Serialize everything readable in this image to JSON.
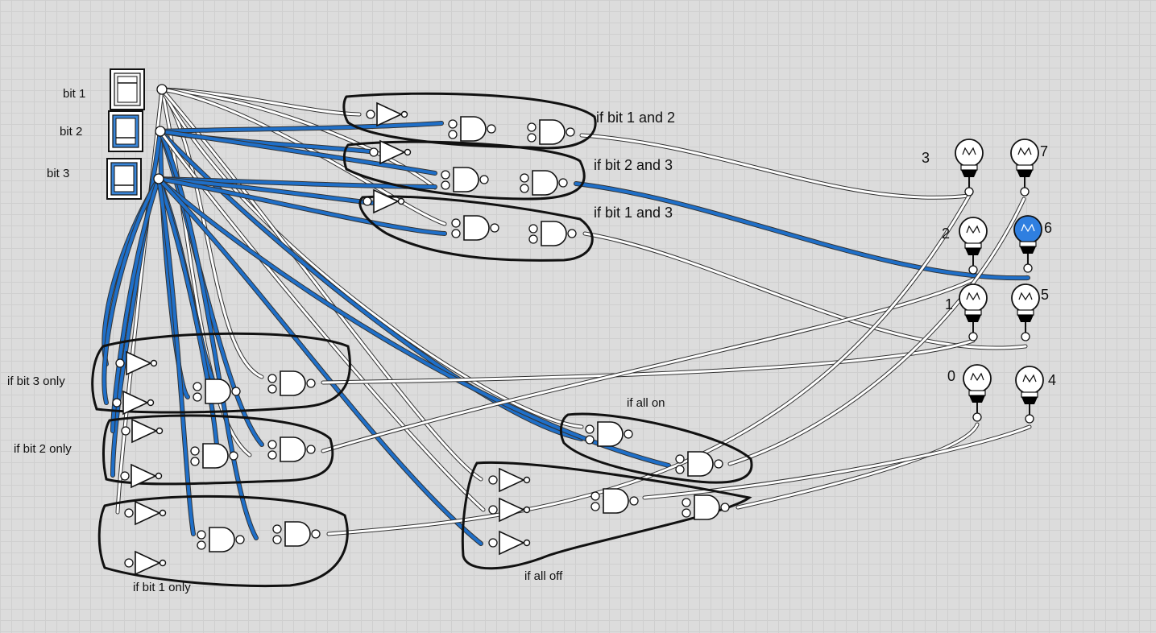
{
  "inputs": [
    {
      "label": "bit 1",
      "state": "off"
    },
    {
      "label": "bit 2",
      "state": "on"
    },
    {
      "label": "bit 3",
      "state": "on"
    }
  ],
  "groups": [
    {
      "label": "if bit 1 and 2"
    },
    {
      "label": "if bit 2 and 3"
    },
    {
      "label": "if bit 1 and 3"
    },
    {
      "label": "if bit 3 only"
    },
    {
      "label": "if bit 2 only"
    },
    {
      "label": "if bit 1 only"
    },
    {
      "label": "if all on"
    },
    {
      "label": "if  all off"
    }
  ],
  "outputs": [
    {
      "label": "3",
      "lit": false
    },
    {
      "label": "7",
      "lit": false
    },
    {
      "label": "2",
      "lit": false
    },
    {
      "label": "6",
      "lit": true
    },
    {
      "label": "1",
      "lit": false
    },
    {
      "label": "5",
      "lit": false
    },
    {
      "label": "0",
      "lit": false
    },
    {
      "label": "4",
      "lit": false
    }
  ],
  "colors": {
    "wire_on": "#1f6fc8",
    "wire_off": "#ffffff",
    "wire_outline": "#333333",
    "lasso": "#111111",
    "bulb_lit": "#2f7fe0",
    "background": "#dcdcdc"
  }
}
